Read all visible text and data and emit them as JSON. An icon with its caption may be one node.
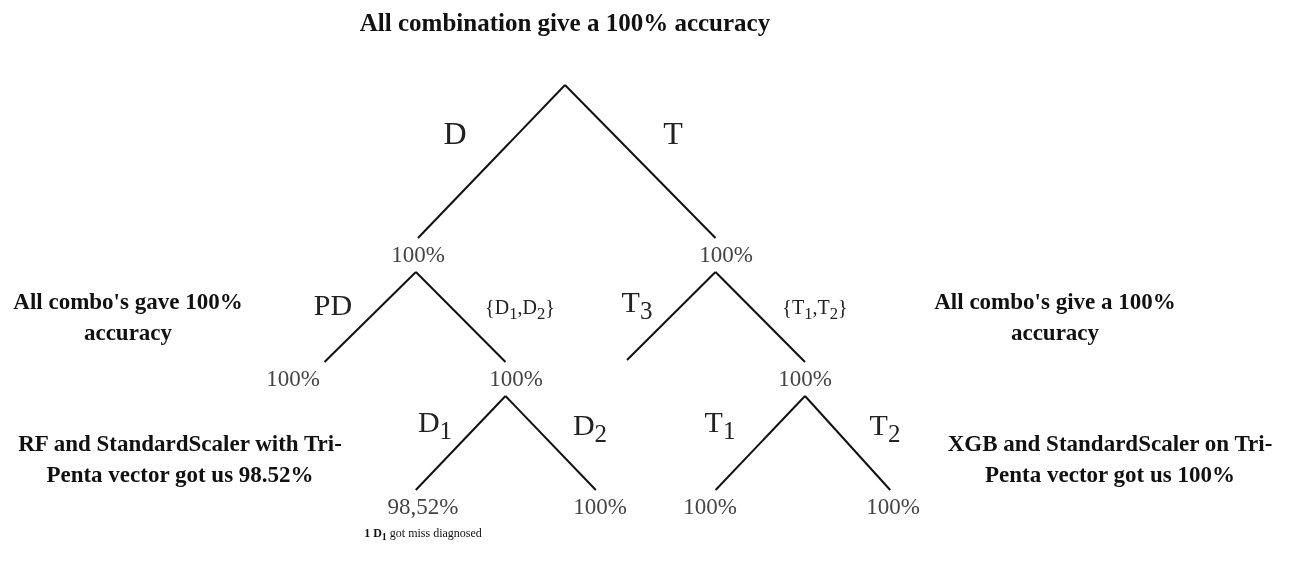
{
  "diagram": {
    "nodes": [
      {
        "text": [
          "All combination give a 100% accuracy"
        ]
      },
      {
        "text": [
          "100%"
        ]
      },
      {
        "text": [
          "100%"
        ]
      },
      {
        "text": [
          "100%"
        ]
      },
      {
        "text": [
          "100%"
        ]
      },
      {
        "text": [
          "100%"
        ]
      },
      {
        "text": [
          "98,52%"
        ],
        "beside": [
          "**1 D$_{1}$** got miss diagnosed"
        ]
      },
      {
        "text": [
          "100%"
        ]
      },
      {
        "text": [
          "100%"
        ]
      },
      {
        "text": [
          "100%"
        ]
      }
    ],
    "edges": [
      {
        "from": 0,
        "to": 1,
        "arrow": "none",
        "label": "D"
      },
      {
        "from": 0,
        "to": 2,
        "arrow": "none",
        "label": "T"
      },
      {
        "from": 1,
        "to": 3,
        "arrow": "none",
        "label": "PD"
      },
      {
        "from": 1,
        "to": 4,
        "arrow": "none",
        "label": "{D$_{1}$,D$_{2}$}"
      },
      {
        "from": 2,
        "to": null,
        "arrow": "none",
        "label": "T$_{3}$"
      },
      {
        "from": 2,
        "to": 5,
        "arrow": "none",
        "label": "{T$_{1}$,T$_{2}$}"
      },
      {
        "from": 4,
        "to": 6,
        "arrow": "none",
        "label": "D$_{1}$"
      },
      {
        "from": 4,
        "to": 7,
        "arrow": "none",
        "label": "D$_{2}$"
      },
      {
        "from": 5,
        "to": 8,
        "arrow": "none",
        "label": "T$_{1}$"
      },
      {
        "from": 5,
        "to": 9,
        "arrow": "none",
        "label": "T$_{2}$"
      }
    ],
    "labels": [
      "All combo's gave 100% accuracy",
      "All combo's give a 100% accuracy",
      "RF and StandardScaler with Tri-Penta vector got us 98.52%",
      "XGB and StandardScaler on Tri-Penta vector got us 100%"
    ]
  }
}
